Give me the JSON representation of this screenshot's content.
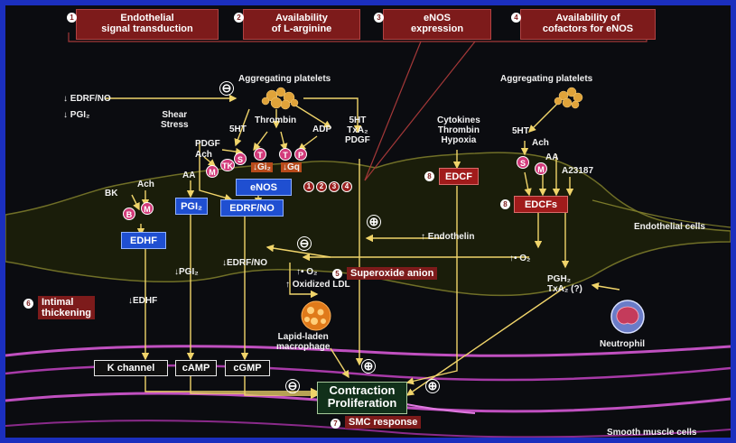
{
  "top_boxes": [
    {
      "num": "1",
      "text": "Endothelial\nsignal transduction"
    },
    {
      "num": "2",
      "text": "Availability\nof L-arginine"
    },
    {
      "num": "3",
      "text": "eNOS\nexpression"
    },
    {
      "num": "4",
      "text": "Availability of\ncofactors for eNOS"
    }
  ],
  "labels": {
    "agg_left": "Aggregating platelets",
    "agg_right": "Aggregating platelets",
    "edrf_down": "↓ EDRF/NO",
    "pgi2_down": "↓ PGI₂",
    "shear": "Shear\nStress",
    "ht5_a": "5HT",
    "thrombin": "Thrombin",
    "adp": "ADP",
    "pdgf_a": "PDGF",
    "ach_a": "Ach",
    "aa_a": "AA",
    "right_col": "5HT\nTxA₂\nPDGF",
    "cytokines": "Cytokines\nThrombin\nHypoxia",
    "ht5_b": "5HT",
    "ach_b": "Ach",
    "aa_b": "AA",
    "a23187": "A23187",
    "bk": "BK",
    "ach_c": "Ach",
    "endothelial_cells": "Endothelial cells",
    "endothelin": "↑ Endothelin",
    "edrf_no_down": "↓EDRF/NO",
    "o2_left": "↑• O₂",
    "oxidized_ldl": "↑ Oxidized LDL",
    "o2_right": "↑• O₂",
    "pgh2": "PGH₂\nTxA₂  (?)",
    "pgi2_down2": "↓PGI₂",
    "edhf_down": "↓EDHF",
    "lipid": "Lapid-laden\nmacrophage",
    "neutrophil": "Neutrophil",
    "smooth_muscle": "Smooth muscle cells"
  },
  "receptors": {
    "s1": "S",
    "t1": "T",
    "t2": "T",
    "p1": "P",
    "m1": "M",
    "tk": "TK",
    "gi2": "↓Gi₂",
    "gq": "↓Gq",
    "b1": "B",
    "m2": "M",
    "s2": "S",
    "m3": "M"
  },
  "cofactors": [
    "1",
    "2",
    "3",
    "4"
  ],
  "boxes": {
    "enos": "eNOS",
    "pgi2": "PGI₂",
    "edrf_no": "EDRF/NO",
    "edhf": "EDHF",
    "edcf": "EDCF",
    "edcfs": "EDCFs",
    "edcf_num": "8",
    "edcfs_num": "8",
    "k_channel": "K channel",
    "camp": "cAMP",
    "cgmp": "cGMP"
  },
  "sections": {
    "superoxide_num": "5",
    "superoxide": "Superoxide anion",
    "intimal_num": "6",
    "intimal": "Intimal\nthickening",
    "smc_num": "7",
    "smc": "SMC response"
  },
  "result": "Contraction\nProliferation",
  "signs": {
    "minus_top": "⊖",
    "plus_end": "⊕",
    "minus_mid": "⊖",
    "plus_bottom": "⊕",
    "minus_bottom": "⊖",
    "plus_right": "⊕"
  },
  "colors": {
    "frame": "#1b2fbe",
    "background": "#0b0c10",
    "red_box": "#7d1b1b",
    "blue_box": "#1f4fd1",
    "arrow": "#f0d46a",
    "membrane": "#c050c0"
  }
}
